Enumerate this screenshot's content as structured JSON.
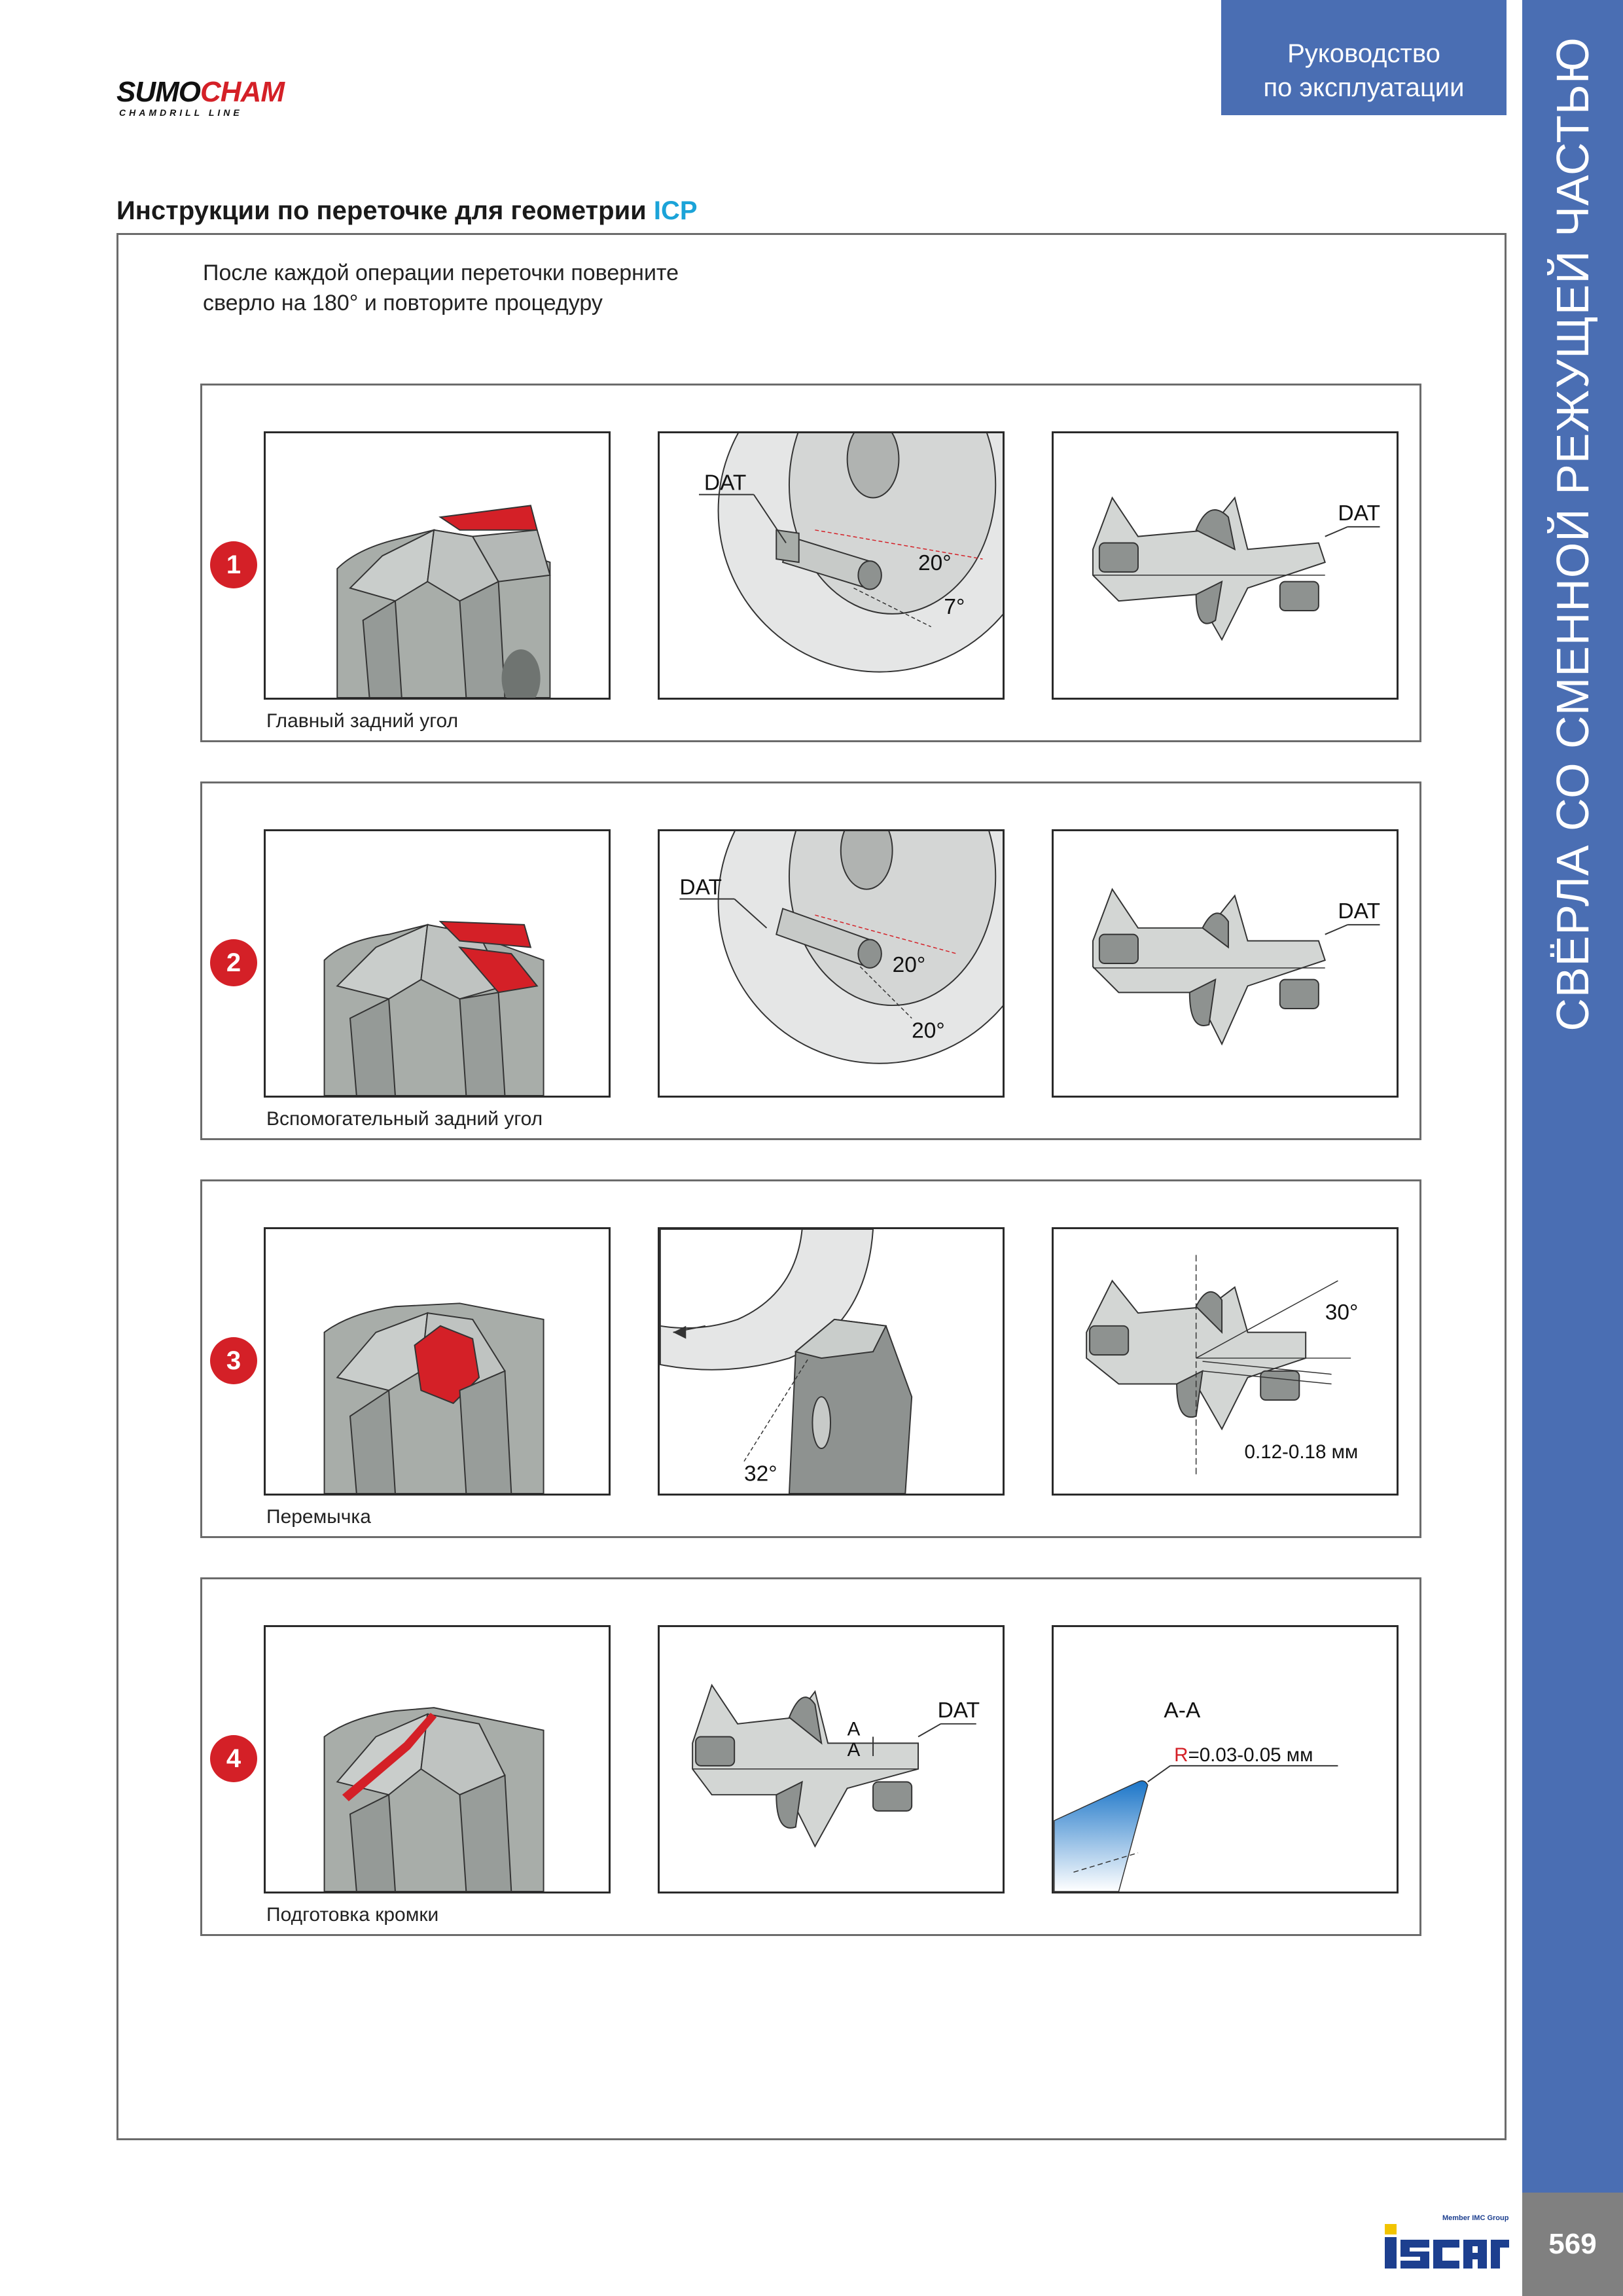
{
  "header": {
    "brand_part1": "SUMO",
    "brand_part2": "CHAM",
    "brand_tagline": "CHAMDRILL LINE",
    "manual_line1": "Руководство",
    "manual_line2": "по эксплуатации",
    "side_title": "СВЁРЛА СО СМЕННОЙ РЕЖУЩЕЙ ЧАСТЬЮ",
    "imc_member": "Member IMC Group",
    "page_number": "569"
  },
  "colors": {
    "accent_blue": "#4a6eb3",
    "accent_cyan": "#1ba3d8",
    "highlight_red": "#d42027",
    "tool_gray": "#a8ada9"
  },
  "section": {
    "title_main": "Инструкции по переточке для геометрии ",
    "title_accent": "ICP",
    "intro_line1": "После каждой операции переточки поверните",
    "intro_line2": "сверло на 180° и повторите процедуру"
  },
  "steps": [
    {
      "number": "1",
      "caption": "Главный задний угол",
      "labels": {
        "dat": "DAT",
        "angle_a": "20°",
        "angle_b": "7°",
        "dat_right": "DAT"
      }
    },
    {
      "number": "2",
      "caption": "Вспомогательный задний угол",
      "labels": {
        "dat": "DAT",
        "angle_a": "20°",
        "angle_b": "20°",
        "dat_right": "DAT"
      }
    },
    {
      "number": "3",
      "caption": "Перемычка",
      "labels": {
        "angle_wheel": "32°",
        "angle_top": "30°",
        "web_range": "0.12-0.18 мм"
      }
    },
    {
      "number": "4",
      "caption": "Подготовка кромки",
      "labels": {
        "dat": "DAT",
        "a1": "A",
        "a2": "A",
        "section": "A-A",
        "radius_prefix": "R",
        "radius_value": "=0.03-0.05 мм"
      }
    }
  ]
}
